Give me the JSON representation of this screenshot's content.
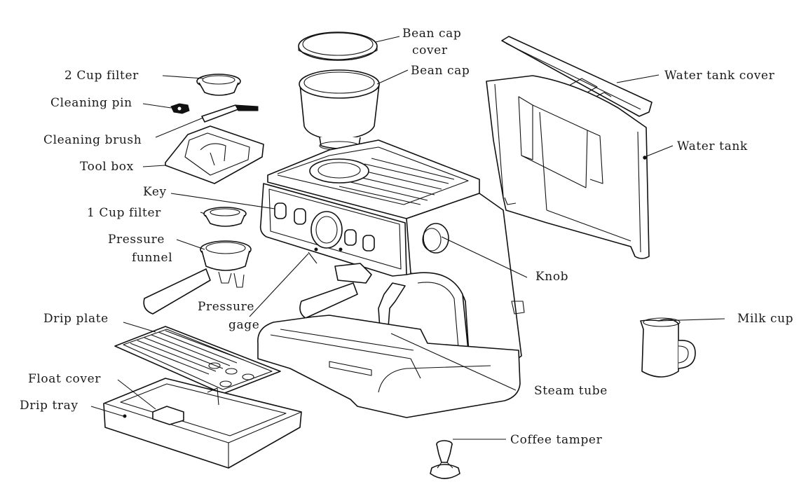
{
  "labels": {
    "bean_cap_cover_1": "Bean cap",
    "bean_cap_cover_2": "cover",
    "bean_cap": "Bean cap",
    "two_cup_filter": "2 Cup filter",
    "cleaning_pin": "Cleaning pin",
    "cleaning_brush": "Cleaning brush",
    "tool_box": "Tool box",
    "key": "Key",
    "one_cup_filter": "1 Cup filter",
    "pressure_funnel_1": "Pressure",
    "pressure_funnel_2": "funnel",
    "pressure_gage_1": "Pressure",
    "pressure_gage_2": "gage",
    "drip_plate": "Drip plate",
    "float_cover": "Float cover",
    "drip_tray": "Drip tray",
    "water_tank_cover": "Water tank cover",
    "water_tank": "Water tank",
    "knob": "Knob",
    "milk_cup": "Milk cup",
    "steam_tube": "Steam tube",
    "coffee_tamper": "Coffee tamper"
  }
}
